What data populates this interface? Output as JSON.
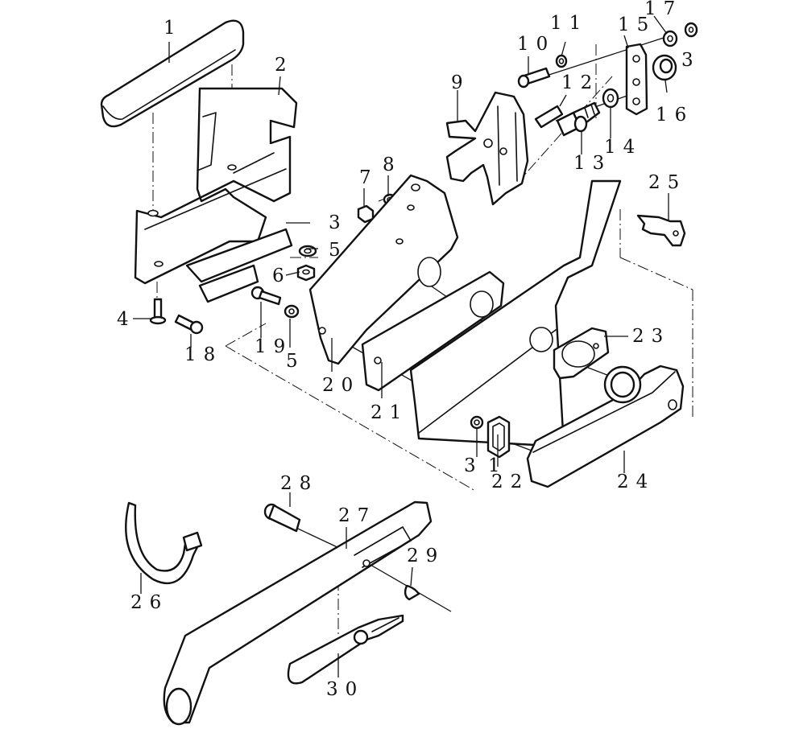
{
  "callouts": {
    "c1": "1",
    "c2": "2",
    "c3": "3",
    "c4": "4",
    "c5": "5",
    "c6": "6",
    "c7": "7",
    "c8": "8",
    "c9": "9",
    "c10": "10",
    "c11": "11",
    "c12": "12",
    "c13": "13",
    "c14": "14",
    "c15": "15",
    "c16": "16",
    "c17": "17",
    "c18": "18",
    "c19": "19",
    "c20": "20",
    "c21": "21",
    "c22": "22",
    "c23": "23",
    "c24": "24",
    "c25": "25",
    "c26": "26",
    "c27": "27",
    "c28": "28",
    "c29": "29",
    "c30": "30",
    "c3b": "3",
    "c1b": "1",
    "c3c": "3"
  }
}
